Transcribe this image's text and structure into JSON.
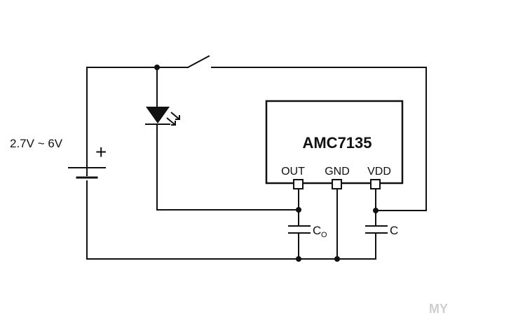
{
  "diagram": {
    "supply_voltage": "2.7V ~ 6V",
    "battery_plus": "+",
    "chip": {
      "name": "AMC7135",
      "pins": [
        "OUT",
        "GND",
        "VDD"
      ]
    },
    "output_capacitor": {
      "letter": "C",
      "subscript": "O"
    },
    "supply_capacitor": "C",
    "watermark": "MY"
  },
  "colors": {
    "line": "#111111",
    "background": "#ffffff"
  }
}
